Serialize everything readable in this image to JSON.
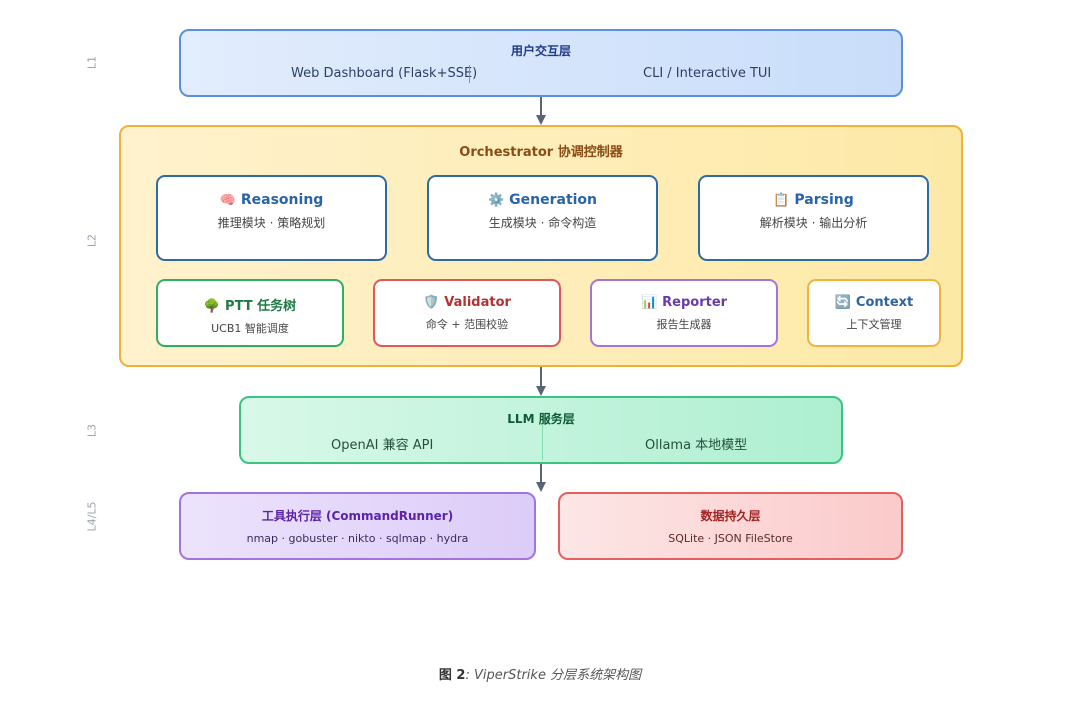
{
  "layers": {
    "l1_label": "L1",
    "l2_label": "L2",
    "l3_label": "L3",
    "l45_label": "L4/L5"
  },
  "user_layer": {
    "title": "用户交互层",
    "left": "Web Dashboard (Flask+SSE)",
    "right": "CLI / Interactive TUI"
  },
  "orchestrator": {
    "title": "Orchestrator 协调控制器",
    "modules": [
      {
        "icon": "🧠",
        "icon_name": "brain-icon",
        "title": "Reasoning",
        "sub": "推理模块 · 策略规划"
      },
      {
        "icon": "⚙️",
        "icon_name": "gear-icon",
        "title": "Generation",
        "sub": "生成模块 · 命令构造"
      },
      {
        "icon": "📋",
        "icon_name": "clipboard-icon",
        "title": "Parsing",
        "sub": "解析模块 · 输出分析"
      }
    ],
    "components": [
      {
        "icon": "🌳",
        "icon_name": "tree-icon",
        "title": "PTT 任务树",
        "sub": "UCB1 智能调度",
        "color": "#2fae61",
        "title_color": "#1f7a44"
      },
      {
        "icon": "🛡️",
        "icon_name": "shield-icon",
        "title": "Validator",
        "sub": "命令 + 范围校验",
        "color": "#e05858",
        "title_color": "#b23232"
      },
      {
        "icon": "📊",
        "icon_name": "bar-chart-icon",
        "title": "Reporter",
        "sub": "报告生成器",
        "color": "#a275dc",
        "title_color": "#6b3aa8"
      },
      {
        "icon": "🔄",
        "icon_name": "refresh-icon",
        "title": "Context",
        "sub": "上下文管理",
        "color": "#f0b43a",
        "title_color": "#2a64a6"
      }
    ]
  },
  "llm_layer": {
    "title": "LLM 服务层",
    "left": "OpenAI 兼容 API",
    "right": "Ollama 本地模型"
  },
  "tool_layer": {
    "title": "工具执行层 (CommandRunner)",
    "sub": "nmap · gobuster · nikto · sqlmap · hydra"
  },
  "data_layer": {
    "title": "数据持久层",
    "sub": "SQLite · JSON FileStore"
  },
  "caption": {
    "fig": "图 2",
    "sep": ":",
    "text": " ViperStrike 分层系统架构图"
  },
  "colors": {
    "arrow": "#5a6473",
    "dashed_arrow": "#2f6aa8"
  }
}
